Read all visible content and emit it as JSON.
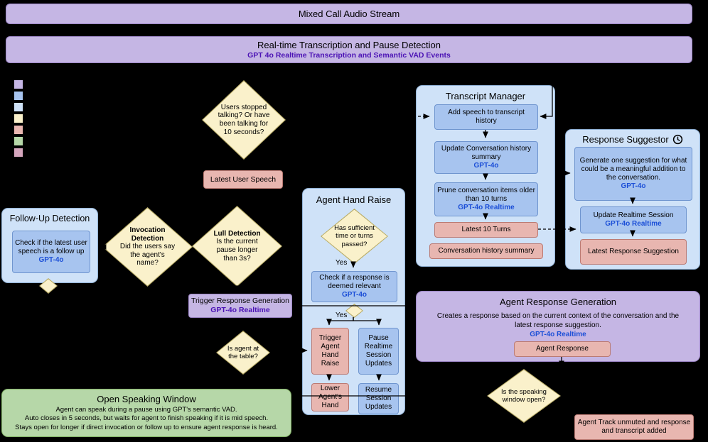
{
  "colors": {
    "background": "#000000",
    "lavender": "#c5b6e4",
    "blue": "#a7c4ef",
    "light_blue": "#cfe2f8",
    "pink": "#e8b6b0",
    "yellow": "#faf1cb",
    "green": "#b6d7a8",
    "purple_text": "#4b12b5",
    "blue_text": "#1c4fd7"
  },
  "top_bar": {
    "title": "Mixed Call Audio Stream"
  },
  "transcription_bar": {
    "title": "Real-time Transcription and Pause Detection",
    "subtitle": "GPT 4o Realtime Transcription and Semantic VAD Events"
  },
  "legend": {
    "styles": [
      "background:#c5b6e4",
      "background:#a7c4ef",
      "background:#cfe2f8",
      "background:#faf1cb",
      "background:#e8b6b0",
      "background:#b6d7a8",
      "background:#d5a6bd"
    ]
  },
  "users_stopped_diamond": {
    "text": "Users stopped talking? Or have been talking for 10 seconds?"
  },
  "latest_user_speech": {
    "label": "Latest User Speech"
  },
  "follow_up_detection": {
    "title": "Follow-Up Detection",
    "check_text": "Check if the latest user speech is a follow up",
    "model": "GPT-4o"
  },
  "invocation_diamond": {
    "title": "Invocation Detection",
    "text": "Did the users say the agent's name?"
  },
  "lull_diamond": {
    "title": "Lull Detection",
    "text": "Is the current pause longer than 3s?"
  },
  "trigger_response": {
    "label": "Trigger Response Generation",
    "model": "GPT-4o Realtime"
  },
  "agent_at_table_diamond": {
    "text": "Is agent at the table?"
  },
  "transcript_manager": {
    "title": "Transcript Manager",
    "add_speech": "Add speech to transcript history",
    "update_summary": "Update Conversation history summary",
    "update_summary_model": "GPT-4o",
    "prune": "Prune conversation items older than 10 turns",
    "prune_model": "GPT-4o Realtime",
    "latest_turns": "Latest 10 Turns",
    "history_summary": "Conversation history summary"
  },
  "response_suggestor": {
    "title": "Response Suggestor",
    "generate": "Generate one suggestion for what could be a meaningful addition to the conversation.",
    "generate_model": "GPT-4o",
    "update_session": "Update Realtime Session",
    "update_session_model": "GPT-4o Realtime",
    "latest_suggestion": "Latest Response Suggestion"
  },
  "agent_hand_raise": {
    "title": "Agent Hand Raise",
    "diamond_text": "Has sufficient time or turns passed?",
    "yes_label_1": "Yes",
    "yes_label_2": "Yes",
    "check_relevant": "Check if a response is deemed relevant",
    "check_relevant_model": "GPT-4o",
    "trigger_hand": "Trigger Agent Hand Raise",
    "pause_session": "Pause Realtime Session Updates",
    "lower_hand": "Lower Agent's Hand",
    "resume_session": "Resume Session Updates"
  },
  "agent_response_generation": {
    "title": "Agent Response Generation",
    "description": "Creates a response based on the current context of the conversation and the latest response suggestion.",
    "model": "GPT-4o Realtime",
    "agent_response": "Agent Response"
  },
  "speaking_window_diamond": {
    "text": "Is the speaking window open?"
  },
  "open_speaking_window": {
    "title": "Open Speaking Window",
    "line1": "Agent can speak during a pause using GPT's semantic VAD.",
    "line2": "Auto closes in 5 seconds, but waits for agent to finish speaking if it is mid speech.",
    "line3": "Stays open for longer if direct invocation or follow up to ensure agent response is heard."
  },
  "agent_track": {
    "label": "Agent Track unmuted and response and transcript added"
  }
}
